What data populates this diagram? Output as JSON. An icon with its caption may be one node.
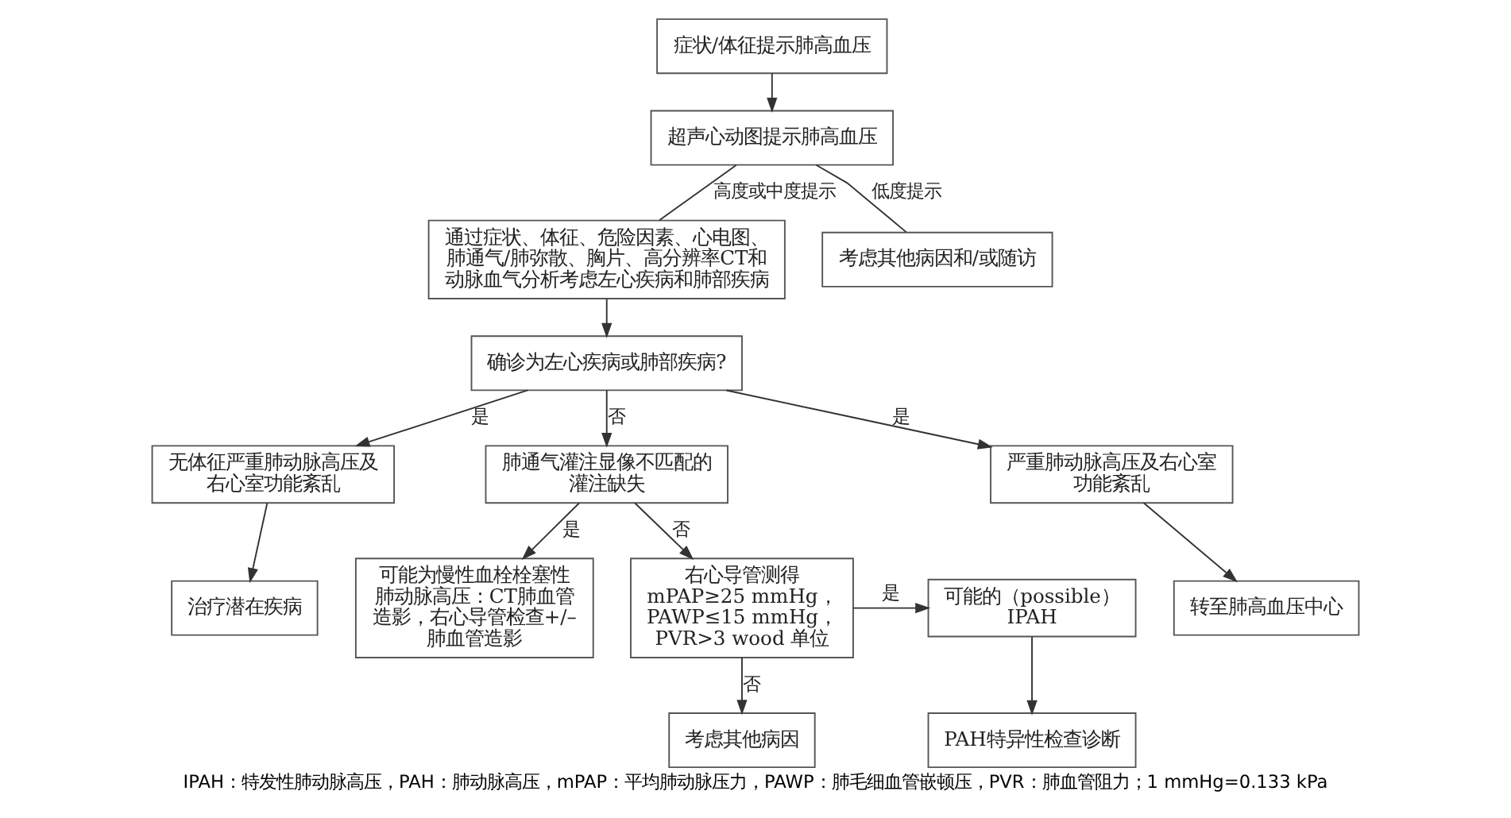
{
  "diagram": {
    "caption": "IPAH：特发性肺动脉高压，PAH：肺动脉高压，mPAP：平均肺动脉压力，PAWP：肺毛细血管嵌顿压，PVR：肺血管阻力；1 mmHg=0.133 kPa",
    "nodes": [
      {
        "text": [
          "症状/体征提示肺高血压"
        ]
      },
      {
        "text": [
          "超声心动图提示肺高血压"
        ]
      },
      {
        "text": [
          "通过症状、体征、危险因素、心电图、肺通气/肺弥散、胸片、高分辨率CT和动脉血气分析考虑左心疾病和肺部疾病"
        ]
      },
      {
        "text": [
          "考虑其他病因和/或随访"
        ]
      },
      {
        "text": [
          "确诊为左心疾病或肺部疾病?"
        ]
      },
      {
        "text": [
          "无体征严重肺动脉高压及右心室功能紊乱"
        ]
      },
      {
        "text": [
          "治疗潜在疾病"
        ]
      },
      {
        "text": [
          "严重肺动脉高压及右心室功能紊乱"
        ]
      },
      {
        "text": [
          "转至肺高血压中心"
        ]
      },
      {
        "text": [
          "肺通气灌注显像不匹配的灌注缺失"
        ]
      },
      {
        "text": [
          "可能为慢性血栓栓塞性肺动脉高压：CT肺血管造影，右心导管检查+/–肺血管造影"
        ]
      },
      {
        "text": [
          "右心导管测得",
          "mPAP≥25 mmHg，PAWP≤15 mmHg，PVR>3 wood 单位"
        ]
      },
      {
        "text": [
          "可能的（possible）IPAH"
        ]
      },
      {
        "text": [
          "PAH特异性检查诊断"
        ]
      },
      {
        "text": [
          "考虑其他病因"
        ]
      }
    ],
    "edges": [
      {
        "from": 0,
        "to": 1,
        "arrow": "to"
      },
      {
        "from": 1,
        "to": 2,
        "arrow": "none",
        "label": "高度或中度提示"
      },
      {
        "from": 1,
        "to": 3,
        "arrow": "none",
        "label": "低度提示"
      },
      {
        "from": 2,
        "to": 4,
        "arrow": "to"
      },
      {
        "from": 4,
        "to": 5,
        "arrow": "to",
        "label": "是"
      },
      {
        "from": 4,
        "to": 9,
        "arrow": "to",
        "label": "否"
      },
      {
        "from": 4,
        "to": 7,
        "arrow": "to",
        "label": "是"
      },
      {
        "from": 5,
        "to": 6,
        "arrow": "to"
      },
      {
        "from": 7,
        "to": 8,
        "arrow": "to"
      },
      {
        "from": 9,
        "to": 10,
        "arrow": "to",
        "label": "是"
      },
      {
        "from": 9,
        "to": 11,
        "arrow": "to",
        "label": "否"
      },
      {
        "from": 11,
        "to": 12,
        "arrow": "to",
        "label": "是"
      },
      {
        "from": 11,
        "to": 14,
        "arrow": "to",
        "label": "否"
      },
      {
        "from": 12,
        "to": 13,
        "arrow": "to"
      }
    ]
  }
}
